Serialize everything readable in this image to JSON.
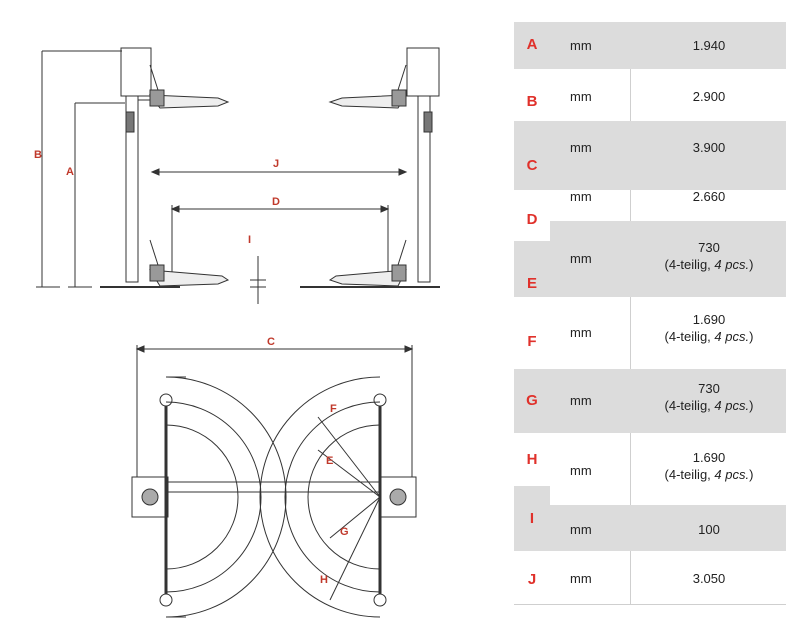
{
  "diagram": {
    "side_labels": {
      "B": "B",
      "A": "A",
      "J": "J",
      "D": "D",
      "I": "I"
    },
    "top_labels": {
      "C": "C",
      "F": "F",
      "E": "E",
      "G": "G",
      "H": "H"
    }
  },
  "table": {
    "rows": [
      {
        "letter": "A",
        "unit": "mm",
        "value": "1.940",
        "note": null
      },
      {
        "letter": "B",
        "unit": "mm",
        "value": "2.900",
        "note": null
      },
      {
        "letter": "C",
        "unit": "mm",
        "value": "3.900",
        "note": null
      },
      {
        "letter": "D",
        "unit": "mm",
        "value": "2.660",
        "note": null
      },
      {
        "letter": "E",
        "unit": "mm",
        "value": "730",
        "note": {
          "prefix": "(4-teilig, ",
          "italic": "4 pcs.",
          "suffix": ")"
        }
      },
      {
        "letter": "F",
        "unit": "mm",
        "value": "1.690",
        "note": {
          "prefix": "(4-teilig, ",
          "italic": "4 pcs.",
          "suffix": ")"
        }
      },
      {
        "letter": "G",
        "unit": "mm",
        "value": "730",
        "note": {
          "prefix": "(4-teilig, ",
          "italic": "4 pcs.",
          "suffix": ")"
        }
      },
      {
        "letter": "H",
        "unit": "mm",
        "value": "1.690",
        "note": {
          "prefix": "(4-teilig, ",
          "italic": "4 pcs.",
          "suffix": ")"
        }
      },
      {
        "letter": "I",
        "unit": "mm",
        "value": "100",
        "note": null
      },
      {
        "letter": "J",
        "unit": "mm",
        "value": "3.050",
        "note": null
      }
    ]
  }
}
